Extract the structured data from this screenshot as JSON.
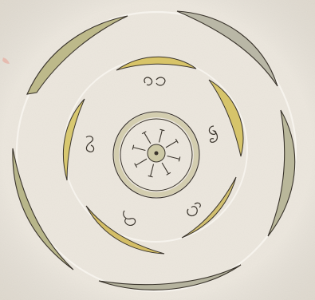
{
  "image": {
    "subject": "hand-drawn-floral-diagram",
    "medium": "ink-and-watercolor-on-paper"
  },
  "colors": {
    "paper": "#ece7de",
    "paper_shadow": "#ddd6ca",
    "ink": "#3a342c",
    "faint_pencil": "#f7f4ee",
    "yellow_wash": "#d6c46a",
    "green_wash": "#b8b68a",
    "grey_wash": "#b9b7a6",
    "center_ring": "#cfc9a7",
    "pink_mark": "#e6b3a6"
  },
  "icons": [
    "outer-whorl-arc",
    "inner-whorl-arc",
    "small-curl-glyph",
    "central-ovary",
    "ovule-radial-line"
  ]
}
